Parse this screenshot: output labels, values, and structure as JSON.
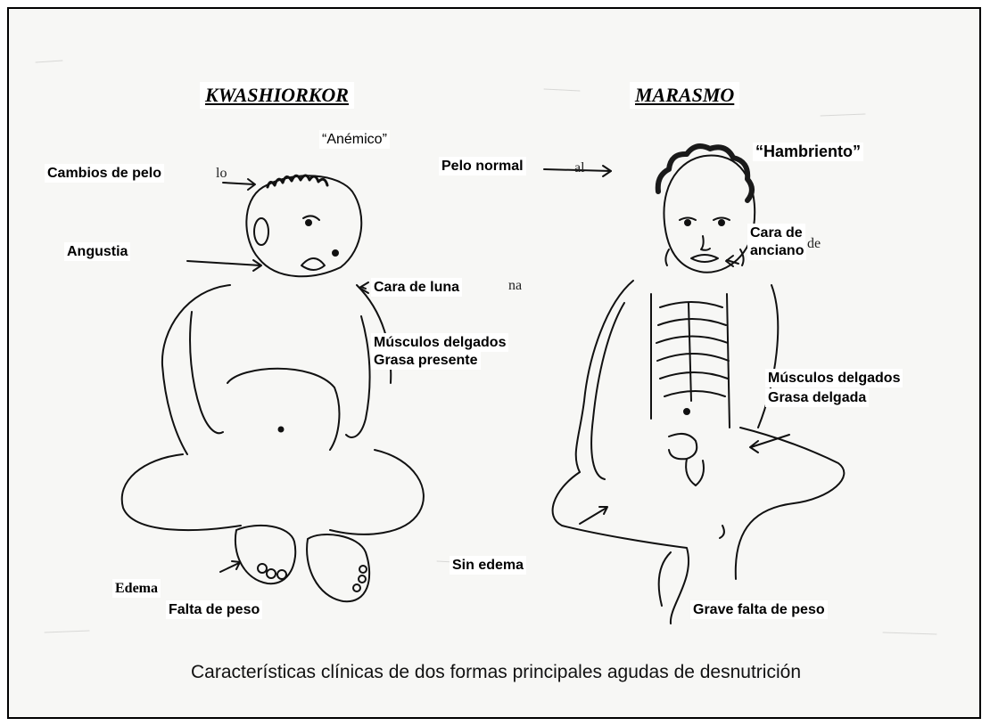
{
  "headings": {
    "left": "KWASHIORKOR",
    "right": "MARASMO"
  },
  "labels": {
    "anemico": "“Anémico”",
    "cambios_pelo": "Cambios de pelo",
    "angustia": "Angustia",
    "cara_luna": "Cara de luna",
    "musculos_grasa_presente_1": "Músculos delgados",
    "musculos_grasa_presente_2": "Grasa presente",
    "edema": "Edema",
    "falta_peso": "Falta de peso",
    "pelo_normal": "Pelo normal",
    "hambriento": "“Hambriento”",
    "cara_anciano_1": "Cara de",
    "cara_anciano_2": "anciano",
    "musculos_grasa_delgada_1": "Músculos delgados",
    "musculos_grasa_delgada_2": "Grasa delgada",
    "sin_edema": "Sin edema",
    "grave_falta_peso": "Grave falta de peso"
  },
  "caption": "Características clínicas de dos formas principales agudas de desnutrición"
}
